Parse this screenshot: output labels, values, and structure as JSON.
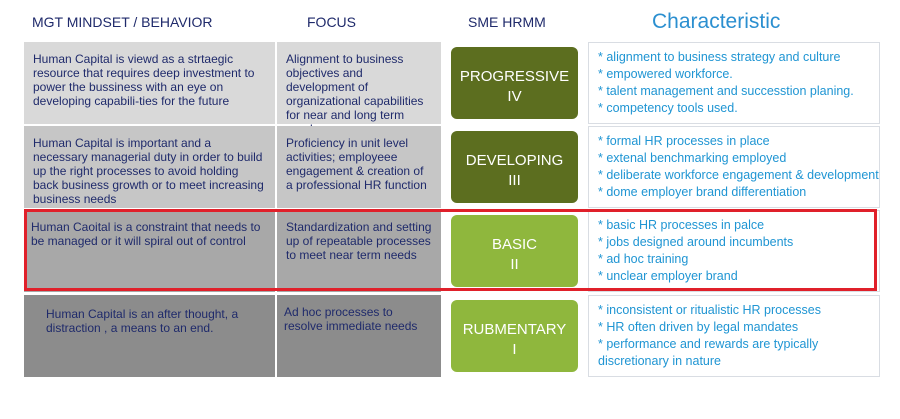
{
  "headers": {
    "mgt": "MGT MINDSET / BEHAVIOR",
    "focus": "FOCUS",
    "sme": "SME HRMM",
    "characteristic": "Characteristic"
  },
  "colors": {
    "band_1": "#d9d9d9",
    "band_2": "#c6c6c6",
    "band_3": "#a8a8a8",
    "band_4": "#8c8c8c",
    "level_progressive": "#5c6e1f",
    "level_developing": "#5c6e1f",
    "level_basic": "#8fb73d",
    "level_rubmentary": "#8fb73d",
    "highlight_border": "#e0202a",
    "header_text": "#1f2a6b",
    "characteristic_text": "#1f95d3"
  },
  "rows": [
    {
      "mindset": "Human Capital is viewd as a strtaegic resource that requires deep investment to power the bussiness with an eye on developing capabili-ties for the future",
      "focus": "Alignment to business objectives and development of organizational capabilities for near and long term needs",
      "level": "PROGRESSIVE",
      "roman": "IV",
      "characteristics": [
        "* alignment to business strategy and culture",
        "* empowered workforce.",
        "* talent management and successtion planing.",
        "* competency tools used."
      ]
    },
    {
      "mindset": "Human Capital is important and a necessary managerial duty in order to build up the right processes to avoid holding back business growth or to meet increasing business needs",
      "focus": "Proficiency in unit level activities; employeee engagement & creation of a professional HR function",
      "level": "DEVELOPING",
      "roman": "III",
      "characteristics": [
        "* formal HR processes in place",
        "* extenal benchmarking employed",
        "* deliberate workforce engagement & development",
        "* dome employer brand differentiation"
      ]
    },
    {
      "mindset": "Human Caoital is a constraint that needs to be managed or it will spiral out of control",
      "focus": "Standardization and setting up of repeatable processes to meet near term needs",
      "level": "BASIC",
      "roman": "II",
      "characteristics": [
        "* basic HR processes in palce",
        "* jobs designed around incumbents",
        "* ad hoc training",
        "* unclear employer brand"
      ]
    },
    {
      "mindset": "Human Capital is an after thought, a distraction , a means to an end.",
      "focus": "Ad hoc processes to resolve immediate needs",
      "level": "RUBMENTARY",
      "roman": "I",
      "characteristics": [
        "* inconsistent or ritualistic HR processes",
        "* HR often driven by legal mandates",
        "* performance and rewards are typically discretionary in nature"
      ]
    }
  ]
}
